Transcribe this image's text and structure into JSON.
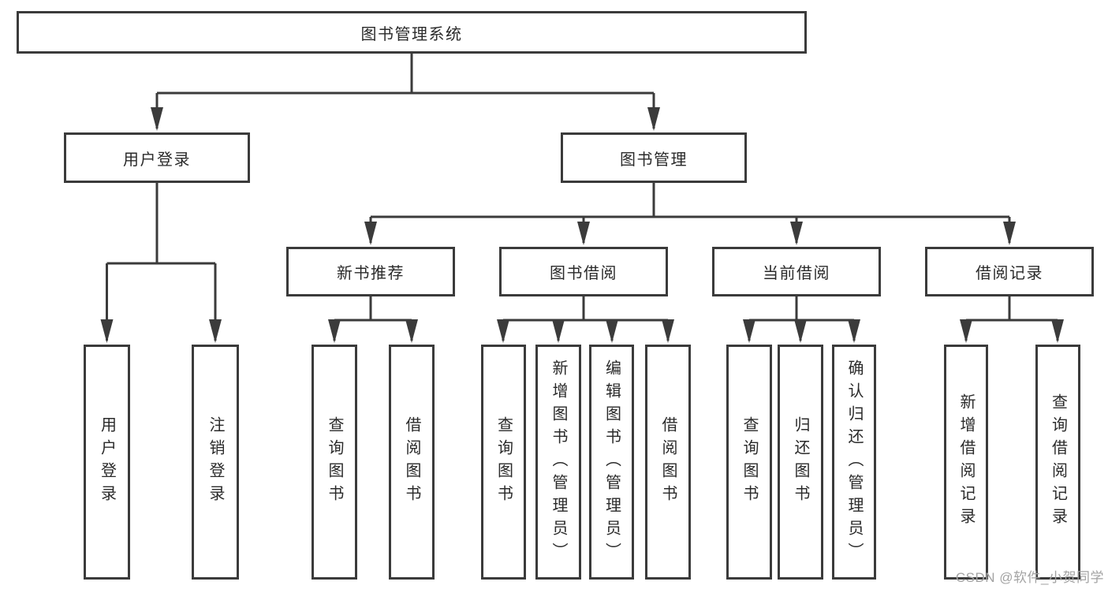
{
  "diagram": {
    "root_label": "图书管理系统",
    "user_login": {
      "label": "用户登录",
      "children": [
        "用户登录",
        "注销登录"
      ]
    },
    "book_mgmt": {
      "label": "图书管理",
      "sections": {
        "new_books": {
          "label": "新书推荐",
          "children": [
            "查询图书",
            "借阅图书"
          ]
        },
        "borrowing": {
          "label": "图书借阅",
          "children": [
            "查询图书",
            "新增图书（管理员）",
            "编辑图书（管理员）",
            "借阅图书"
          ]
        },
        "current": {
          "label": "当前借阅",
          "children": [
            "查询图书",
            "归还图书",
            "确认归还（管理员）"
          ]
        },
        "records": {
          "label": "借阅记录",
          "children": [
            "新增借阅记录",
            "查询借阅记录"
          ]
        }
      }
    }
  },
  "colors": {
    "line": "#3b3b3b",
    "text": "#2a2a2a",
    "watermark_gray": "#a3a3a3"
  },
  "watermark": "CSDN @软件_小贺同学"
}
